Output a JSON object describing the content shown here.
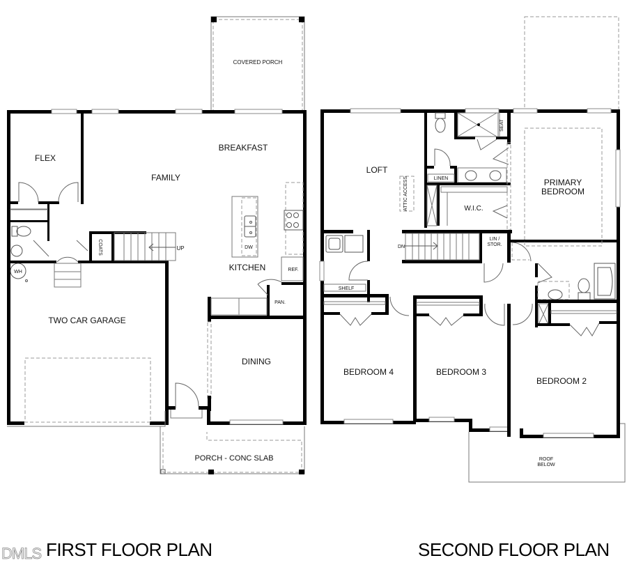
{
  "first_floor": {
    "title": "FIRST FLOOR PLAN",
    "rooms": {
      "covered_porch": "COVERED PORCH",
      "flex": "FLEX",
      "family": "FAMILY",
      "breakfast": "BREAKFAST",
      "kitchen": "KITCHEN",
      "two_car_garage": "TWO CAR GARAGE",
      "dining": "DINING",
      "porch": "PORCH - CONC SLAB"
    },
    "fixtures": {
      "coats": "COATS",
      "up": "UP",
      "dw": "DW",
      "ref": "REF.",
      "pan": "PAN.",
      "wh": "WH"
    }
  },
  "second_floor": {
    "title": "SECOND FLOOR PLAN",
    "rooms": {
      "loft": "LOFT",
      "primary_bedroom_line1": "PRIMARY",
      "primary_bedroom_line2": "BEDROOM",
      "wic": "W.I.C.",
      "bedroom4": "BEDROOM 4",
      "bedroom3": "BEDROOM 3",
      "bedroom2": "BEDROOM 2",
      "roof_below_line1": "ROOF",
      "roof_below_line2": "BELOW"
    },
    "fixtures": {
      "attic_access": "ATTIC ACCESS",
      "seat": "SEAT",
      "linen": "LINEN",
      "lin_stor_line1": "LIN /",
      "lin_stor_line2": "STOR.",
      "dn": "DN",
      "shelf": "SHELF"
    }
  },
  "watermark": "DMLS"
}
